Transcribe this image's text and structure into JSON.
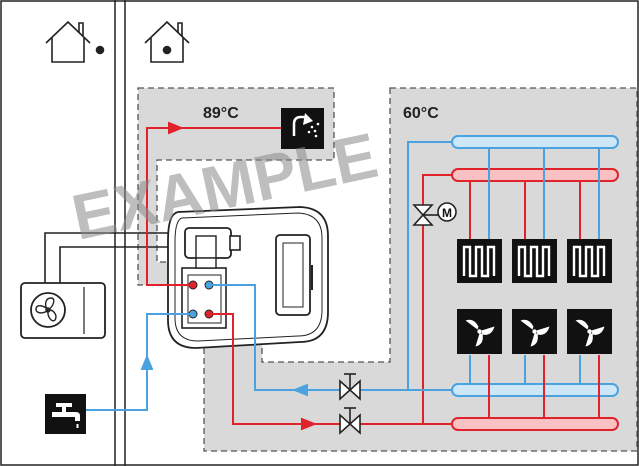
{
  "zones": {
    "dhw": {
      "temperature_label": "89°C"
    },
    "heating": {
      "temperature_label": "60°C"
    }
  },
  "watermark": {
    "text": "EXAMPLE"
  },
  "motor_valve": {
    "label": "M"
  },
  "colors": {
    "frame_line": "#222222",
    "zone_fill": "#d9d9d9",
    "zone_border": "#555555",
    "hot_pipe": "#e0222a",
    "hot_header_fill": "#f9c1c3",
    "cold_pipe": "#4aa3e0",
    "cold_header_fill": "#cde7f8",
    "icon_tile": "#111111",
    "watermark": "#8a8a8a"
  },
  "icons": [
    "house-outline-icon",
    "shower-icon",
    "underfloor-heating-icon",
    "fan-coil-icon",
    "outdoor-unit-fan-icon",
    "water-tap-icon",
    "shutoff-valve-icon",
    "motorized-valve-icon",
    "boiler-unit-icon"
  ]
}
